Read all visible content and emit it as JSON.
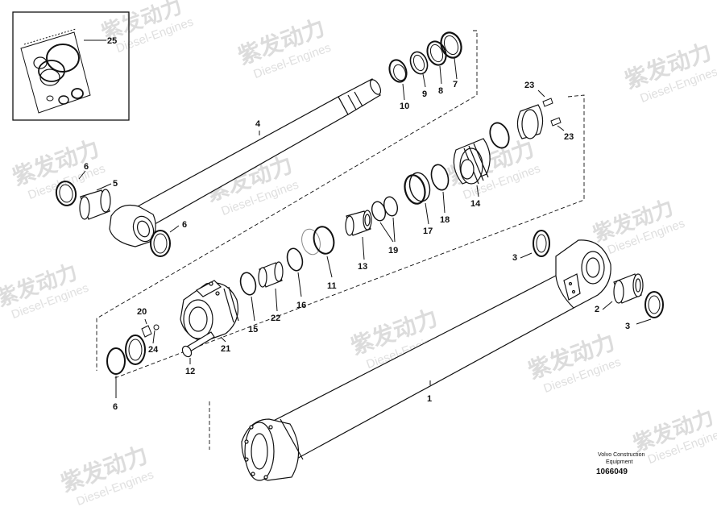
{
  "diagram": {
    "labels": {
      "l1": "1",
      "l2": "2",
      "l3a": "3",
      "l3b": "3",
      "l4": "4",
      "l5": "5",
      "l6a": "6",
      "l6b": "6",
      "l6c": "6",
      "l7": "7",
      "l8": "8",
      "l9": "9",
      "l10": "10",
      "l11": "11",
      "l12": "12",
      "l13": "13",
      "l14": "14",
      "l15": "15",
      "l16": "16",
      "l17": "17",
      "l18": "18",
      "l19": "19",
      "l20": "20",
      "l21": "21",
      "l22": "22",
      "l23a": "23",
      "l23b": "23",
      "l24": "24",
      "l25": "25"
    },
    "footer": {
      "brand_line1": "Volvo Construction",
      "brand_line2": "Equipment",
      "drawing_id": "1066049"
    },
    "watermark": {
      "cn": "紫发动力",
      "en": "Diesel-Engines"
    }
  }
}
